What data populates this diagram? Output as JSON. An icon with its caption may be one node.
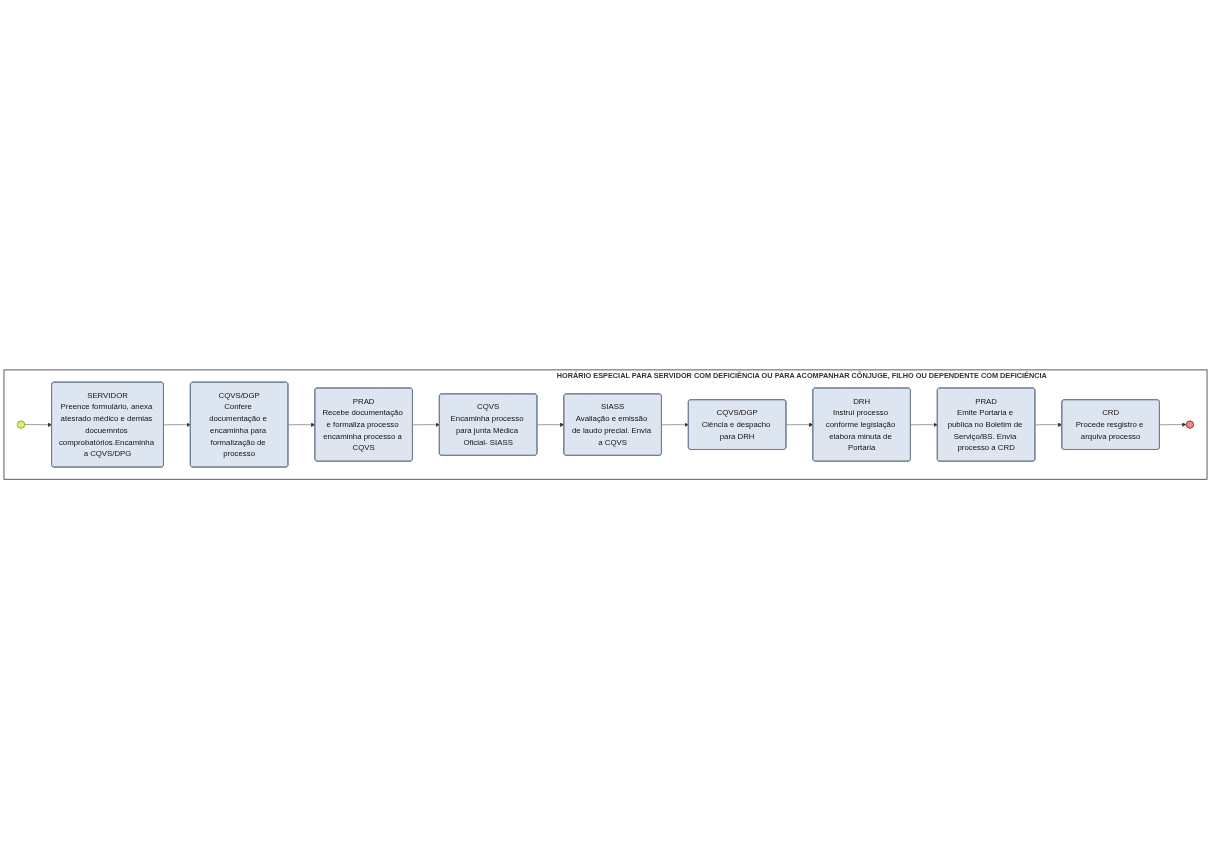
{
  "diagram": {
    "nodes": [
      {
        "text": [
          "HORÁRIO ESPECIAL PARA SERVIDOR COM DEFICIÊNCIA OU PARA ACOMPANHAR CÔNJUGE, FILHO OU DEPENDENTE COM DEFICIÊNCIA"
        ]
      },
      {
        "text": [],
        "shape": "circle",
        "in": 0
      },
      {
        "text": [
          "SERVIDOR",
          "Preence formulário, anexa atesrado médico e demias docuemntos comprobatórios.Encaminha a CQVS/DPG"
        ],
        "in": 0
      },
      {
        "text": [
          "CQVS/DGP",
          "Confere documentação e encaminha para formalização de processo"
        ],
        "in": 0
      },
      {
        "text": [
          "PRAD",
          "Recebe documentação e formaliza processo encaminha processo a CQVS"
        ],
        "in": 0
      },
      {
        "text": [
          "CQVS",
          "Encaminha processo para junta Médica Oficial- SIASS"
        ],
        "in": 0
      },
      {
        "text": [
          "SIASS",
          "Avaliação e emissão de laudo precial. Envia a CQVS"
        ],
        "in": 0
      },
      {
        "text": [
          "CQVS/DGP",
          "Ciência e despacho para DRH"
        ],
        "in": 0
      },
      {
        "text": [
          "DRH",
          "Instrui processo conforme legislação elabora minuta de Portaria"
        ],
        "in": 0
      },
      {
        "text": [
          "PRAD",
          "Emite Portaria e publica no Boletim de Serviço/BS. Envia processo a CRD"
        ],
        "in": 0
      },
      {
        "text": [
          "CRD",
          "Procede resgistro e arquiva processo"
        ],
        "in": 0
      },
      {
        "text": [],
        "shape": "circle",
        "in": 0
      }
    ],
    "edges": [
      {
        "from": 1,
        "to": 2,
        "arrow": "to"
      },
      {
        "from": 2,
        "to": 3,
        "arrow": "to"
      },
      {
        "from": 3,
        "to": 4,
        "arrow": "to"
      },
      {
        "from": 4,
        "to": 5,
        "arrow": "to"
      },
      {
        "from": 5,
        "to": 6,
        "arrow": "to"
      },
      {
        "from": 6,
        "to": 7,
        "arrow": "to"
      },
      {
        "from": 7,
        "to": 8,
        "arrow": "to"
      },
      {
        "from": 8,
        "to": 9,
        "arrow": "to"
      },
      {
        "from": 9,
        "to": 10,
        "arrow": "to"
      },
      {
        "from": 10,
        "to": 11,
        "arrow": "to"
      }
    ]
  }
}
